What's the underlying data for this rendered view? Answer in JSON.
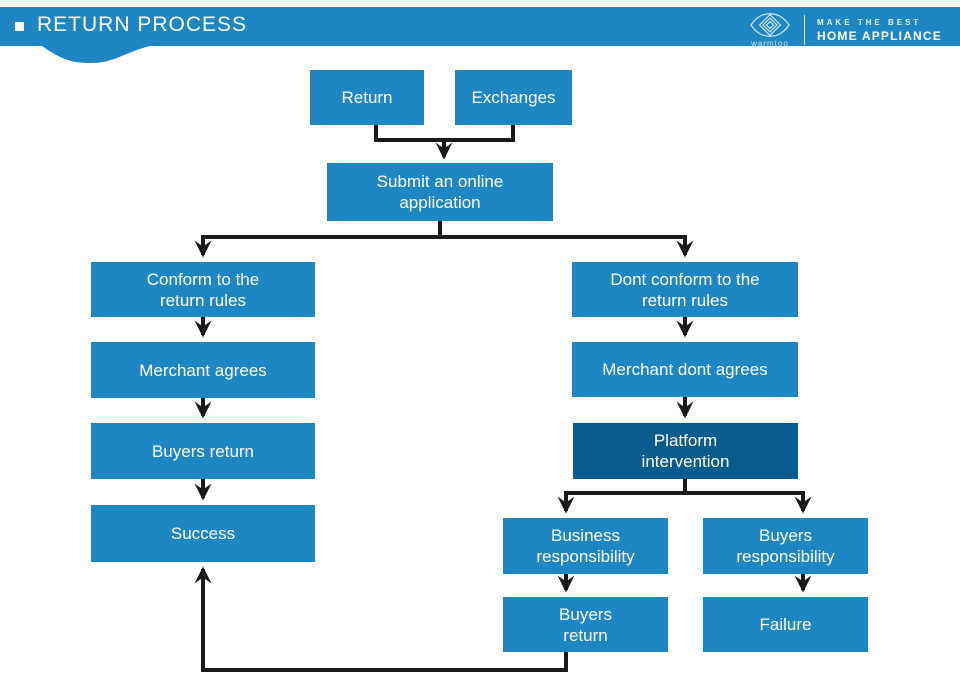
{
  "header": {
    "title": "RETURN PROCESS",
    "logo": {
      "brand": "warmtoo",
      "tagline_line1": "MAKE THE BEST",
      "tagline_line2": "HOME APPLIANCE"
    }
  },
  "colors": {
    "accent": "#1E86C2",
    "node": "#1E86C2",
    "node_dark": "#0B5C8E",
    "connector": "#1A1A1A",
    "text_on_accent": "#FFFFFF"
  },
  "flow": {
    "nodes": [
      {
        "id": "return",
        "label": "Return"
      },
      {
        "id": "exchanges",
        "label": "Exchanges"
      },
      {
        "id": "submit-application",
        "label": "Submit an online\napplication"
      },
      {
        "id": "conform-rules",
        "label": "Conform to the\nreturn rules"
      },
      {
        "id": "dont-conform-rules",
        "label": "Dont conform to the\nreturn rules"
      },
      {
        "id": "merchant-agrees",
        "label": "Merchant agrees"
      },
      {
        "id": "merchant-dont-agrees",
        "label": "Merchant dont agrees"
      },
      {
        "id": "buyers-return",
        "label": "Buyers return"
      },
      {
        "id": "platform-intervention",
        "label": "Platform\nintervention"
      },
      {
        "id": "success",
        "label": "Success"
      },
      {
        "id": "business-responsibility",
        "label": "Business\nresponsibility"
      },
      {
        "id": "buyers-responsibility",
        "label": "Buyers\nresponsibility"
      },
      {
        "id": "buyers-return-2",
        "label": "Buyers\nreturn"
      },
      {
        "id": "failure",
        "label": "Failure"
      }
    ]
  }
}
